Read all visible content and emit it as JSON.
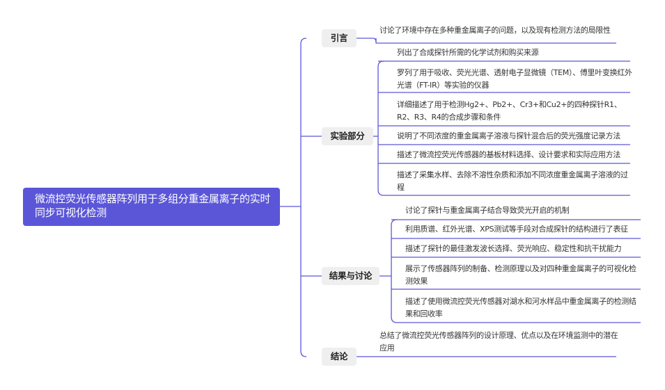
{
  "colors": {
    "root_fill": "#5b56d8",
    "line": "#5b56d8",
    "section_fill": "#efefef"
  },
  "root": {
    "title": "微流控荧光传感器阵列用于多组分重金属离子的实时同步可视化检测"
  },
  "sections": [
    {
      "label": "引言",
      "items": [
        "讨论了环境中存在多种重金属离子的问题，以及现有检测方法的局限性"
      ]
    },
    {
      "label": "实验部分",
      "items": [
        "列出了合成探针所需的化学试剂和购买来源",
        "罗列了用于吸收、荧光光谱、透射电子显微镜（TEM）、傅里叶变换红外光谱（FT-IR）等实验的仪器",
        "详细描述了用于检测Hg2+、Pb2+、Cr3+和Cu2+的四种探针R1、R2、R3、R4的合成步骤和条件",
        "说明了不同浓度的重金属离子溶液与探针混合后的荧光强度记录方法",
        "描述了微流控荧光传感器的基板材料选择、设计要求和实际应用方法",
        "描述了采集水样、去除不溶性杂质和添加不同浓度重金属离子溶液的过程"
      ]
    },
    {
      "label": "结果与讨论",
      "items": [
        "讨论了探针与重金属离子结合导致荧光开启的机制",
        "利用质谱、红外光谱、XPS测试等手段对合成探针的结构进行了表征",
        "描述了探针的最佳激发波长选择、荧光响应、稳定性和抗干扰能力",
        "展示了传感器阵列的制备、检测原理以及对四种重金属离子的可视化检测效果",
        "描述了使用微流控荧光传感器对湖水和河水样品中重金属离子的检测结果和回收率"
      ]
    },
    {
      "label": "结论",
      "items": [
        "总结了微流控荧光传感器阵列的设计原理、优点以及在环境监测中的潜在应用"
      ]
    }
  ]
}
